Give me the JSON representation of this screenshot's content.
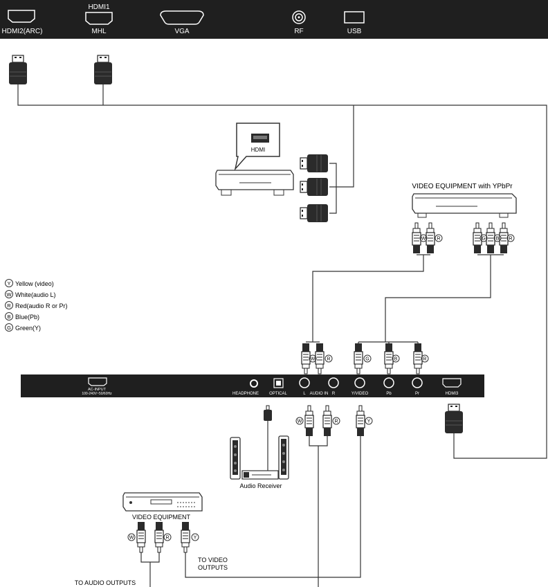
{
  "top_panel": {
    "ports": [
      {
        "label": "HDMI2(ARC)"
      },
      {
        "label_top": "HDMI1",
        "label": "MHL"
      },
      {
        "label": "VGA"
      },
      {
        "label": "RF"
      },
      {
        "label": "USB"
      }
    ]
  },
  "hdmi_device": {
    "label": "HDMI"
  },
  "ypbpr_device": {
    "title": "VIDEO EQUIPMENT with YPbPr"
  },
  "plug_letters": {
    "W": "W",
    "R": "R",
    "G": "G",
    "B": "B",
    "Y": "Y"
  },
  "legend": {
    "items": [
      {
        "letter": "Y",
        "text": "Yellow (video)"
      },
      {
        "letter": "W",
        "text": "White(audio L)"
      },
      {
        "letter": "R",
        "text": "Red(audio R or Pr)"
      },
      {
        "letter": "B",
        "text": "Blue(Pb)"
      },
      {
        "letter": "G",
        "text": "Green(Y)"
      }
    ]
  },
  "bottom_panel": {
    "ac_input": "AC-INPUT",
    "ac_rating": "100-240V~50/60Hz",
    "ports": {
      "headphone": "HEADPHONE",
      "optical": "OPTICAL",
      "audio_in_l": "L",
      "audio_in_text": "AUDIO IN",
      "audio_in_r": "R",
      "yvideo": "Y/VIDEO",
      "pb": "Pb",
      "pr": "Pr",
      "hdmi3": "HDMI3"
    }
  },
  "audio_receiver": {
    "label": "Audio Receiver"
  },
  "video_equipment": {
    "label": "VIDEO EQUIPMENT"
  },
  "to_video_outputs": {
    "line1": "TO VIDEO",
    "line2": "OUTPUTS"
  },
  "to_audio_outputs": {
    "label": "TO AUDIO OUTPUTS"
  },
  "colors": {
    "panel": "#1f1f1f",
    "line": "#333333",
    "plug": "#2b2b2b"
  }
}
